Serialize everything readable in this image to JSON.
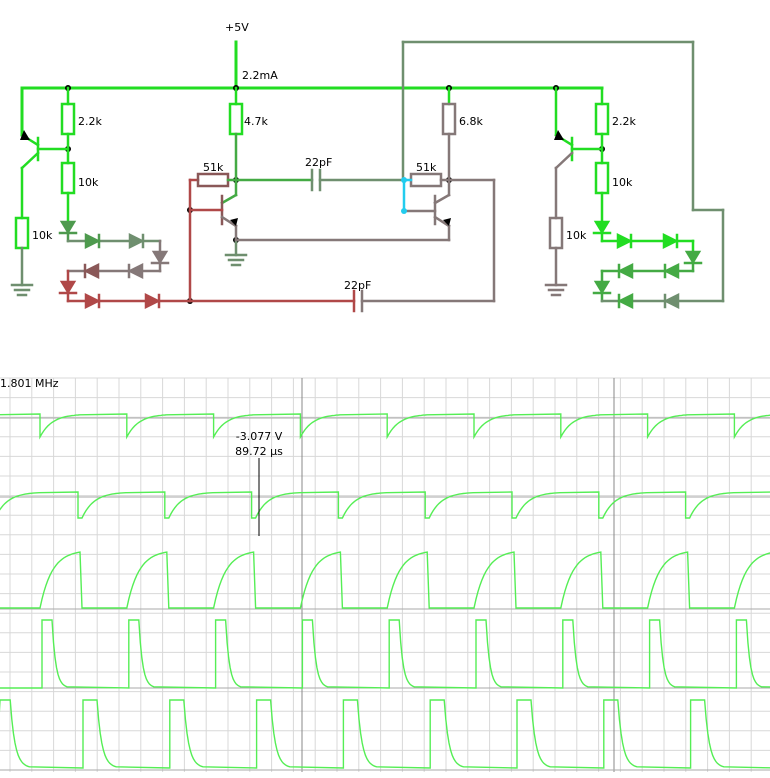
{
  "circuit": {
    "supply_label": "+5V",
    "supply_current": "2.2mA",
    "resistor_left_collector": "2.2k",
    "resistor_left_upper": "10k",
    "resistor_left_ground": "10k",
    "resistor_center": "4.7k",
    "resistor_base_left": "51k",
    "capacitor_top": "22pF",
    "resistor_base_right": "51k",
    "resistor_right_center": "6.8k",
    "resistor_right_collector": "2.2k",
    "resistor_right_upper": "10k",
    "resistor_right_ground": "10k",
    "capacitor_bottom": "22pF"
  },
  "scope": {
    "frequency": "1.801 MHz",
    "cursor_voltage": "-3.077 V",
    "cursor_time": "89.72 µs",
    "trace_color": "#55ee55"
  },
  "colors": {
    "wire_active": "#22dd22",
    "wire_mid": "#44aa44",
    "wire_dim": "#6f8f6f",
    "wire_gray": "#857878",
    "wire_red": "#b04848",
    "wire_cyan": "#22ccee"
  }
}
